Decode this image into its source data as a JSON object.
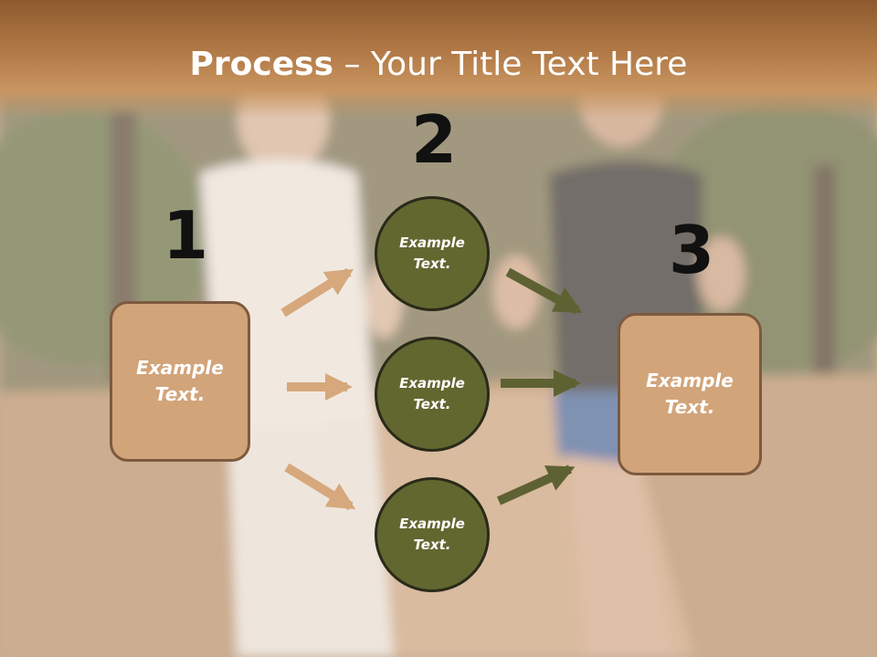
{
  "title": {
    "bold": "Process",
    "rest": " – Your Title Text Here"
  },
  "steps": [
    {
      "number": "1"
    },
    {
      "number": "2"
    },
    {
      "number": "3"
    }
  ],
  "left_box": {
    "line1": "Example",
    "line2": "Text."
  },
  "right_box": {
    "line1": "Example",
    "line2": "Text."
  },
  "circles": [
    {
      "line1": "Example",
      "line2": "Text."
    },
    {
      "line1": "Example",
      "line2": "Text."
    },
    {
      "line1": "Example",
      "line2": "Text."
    }
  ],
  "colors": {
    "box_fill": "#d2a47a",
    "box_border": "#7d5a3f",
    "circle_fill": "#626730",
    "circle_border": "#2a2a1a",
    "left_arrow": "#d6a87c",
    "right_arrow": "#5e6232",
    "title_bar": "#b27a47"
  }
}
